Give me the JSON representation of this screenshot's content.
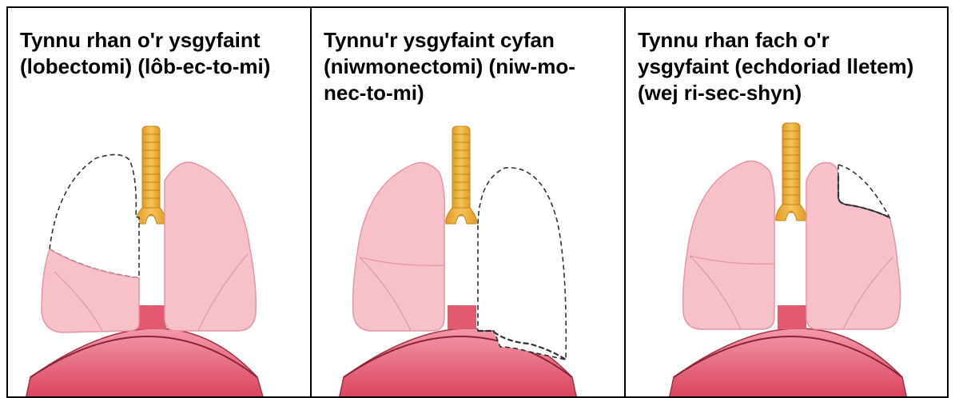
{
  "panels": [
    {
      "title": "Tynnu rhan o'r ysgyfaint (lobectomi) (lôb-ec-to-mi)"
    },
    {
      "title": "Tynnu'r ysgyfaint cyfan (niwmonectomi) (niw-mo-nec-to-mi)"
    },
    {
      "title": "Tynnu rhan fach o'r ysgyfaint (echdoriad lletem) (wej ri-sec-shyn)"
    }
  ],
  "colors": {
    "lung_fill": "#f7c1ca",
    "lung_stroke": "#e396a4",
    "trachea": "#f2b23a",
    "diaphragm": "#e2566c",
    "removed_outline": "#333333"
  }
}
